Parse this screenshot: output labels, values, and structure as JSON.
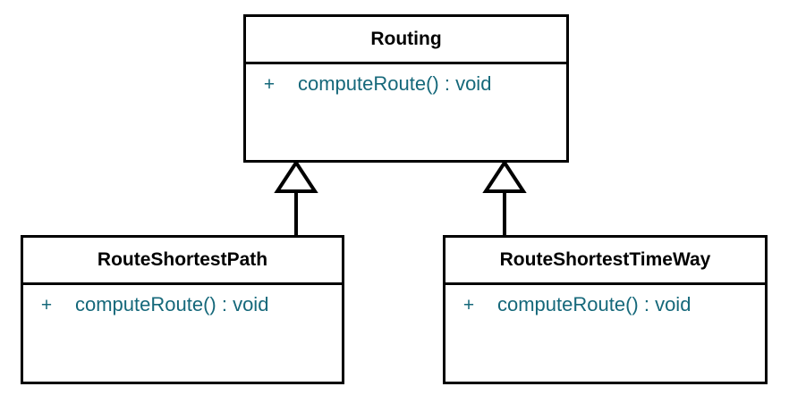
{
  "diagram": {
    "kind": "uml-class-diagram",
    "background_color": "#ffffff",
    "border_color": "#000000",
    "class_name_color": "#000000",
    "member_text_color": "#15687a",
    "classes": [
      {
        "id": "routing",
        "name": "Routing",
        "role": "superclass",
        "members": [
          {
            "visibility": "+",
            "signature": "computeRoute() : void"
          }
        ]
      },
      {
        "id": "route-shortest-path",
        "name": "RouteShortestPath",
        "role": "subclass",
        "members": [
          {
            "visibility": "+",
            "signature": "computeRoute() : void"
          }
        ]
      },
      {
        "id": "route-shortest-time-way",
        "name": "RouteShortestTimeWay",
        "role": "subclass",
        "members": [
          {
            "visibility": "+",
            "signature": "computeRoute() : void"
          }
        ]
      }
    ],
    "relationships": [
      {
        "type": "generalization",
        "from": "RouteShortestPath",
        "to": "Routing",
        "arrow": "hollow-triangle"
      },
      {
        "type": "generalization",
        "from": "RouteShortestTimeWay",
        "to": "Routing",
        "arrow": "hollow-triangle"
      }
    ]
  }
}
